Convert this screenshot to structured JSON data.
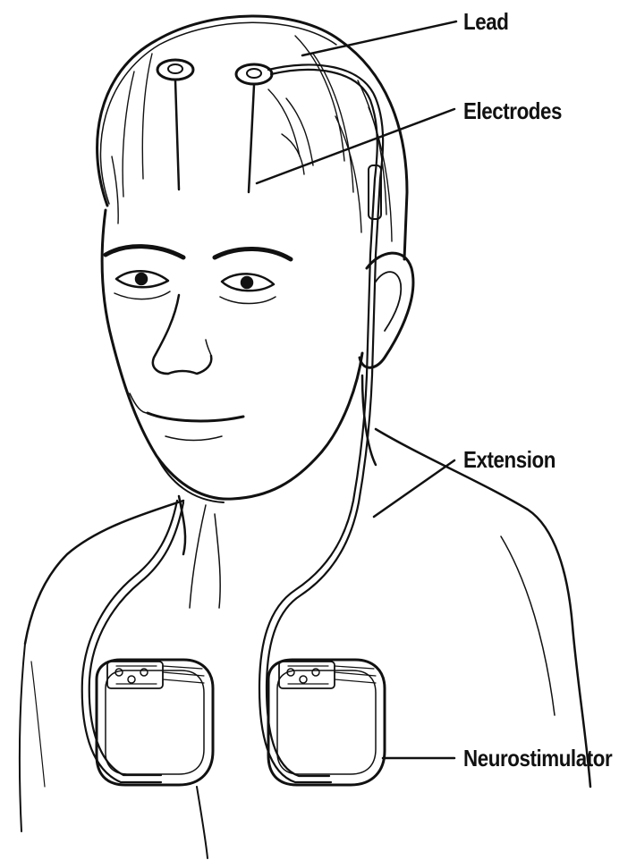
{
  "labels": {
    "lead": "Lead",
    "electrodes": "Electrodes",
    "extension": "Extension",
    "neurostimulator": "Neurostimulator"
  }
}
